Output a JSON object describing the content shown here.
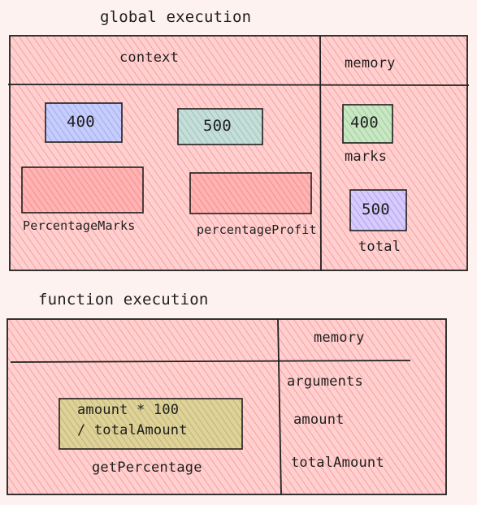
{
  "global": {
    "title": "global execution",
    "context_label": "context",
    "memory_label": "memory",
    "context_box_a": "400",
    "context_box_b": "500",
    "context_fn_a": "PercentageMarks",
    "context_fn_b": "percentageProfit",
    "memory_marks_value": "400",
    "memory_marks_label": "marks",
    "memory_total_value": "500",
    "memory_total_label": "total"
  },
  "function": {
    "title": "function execution",
    "memory_label": "memory",
    "code_line_1": "amount * 100",
    "code_line_2": "/ totalAmount",
    "function_name": "getPercentage",
    "memory_items": [
      "arguments",
      "amount",
      "totalAmount"
    ]
  },
  "colors": {
    "background": "#fdf2ef",
    "panel_fill": "#ffc9c9",
    "panel_hatch": "#f08c8c",
    "stroke": "#1e1e1e",
    "blue_box": "#a5b4fc",
    "teal_box": "#a8d8cf",
    "green_box": "#a9dfa6",
    "purple_box": "#c4b5fd",
    "yellow_box": "#d7c77a",
    "pink_box": "#ffa8a8"
  }
}
